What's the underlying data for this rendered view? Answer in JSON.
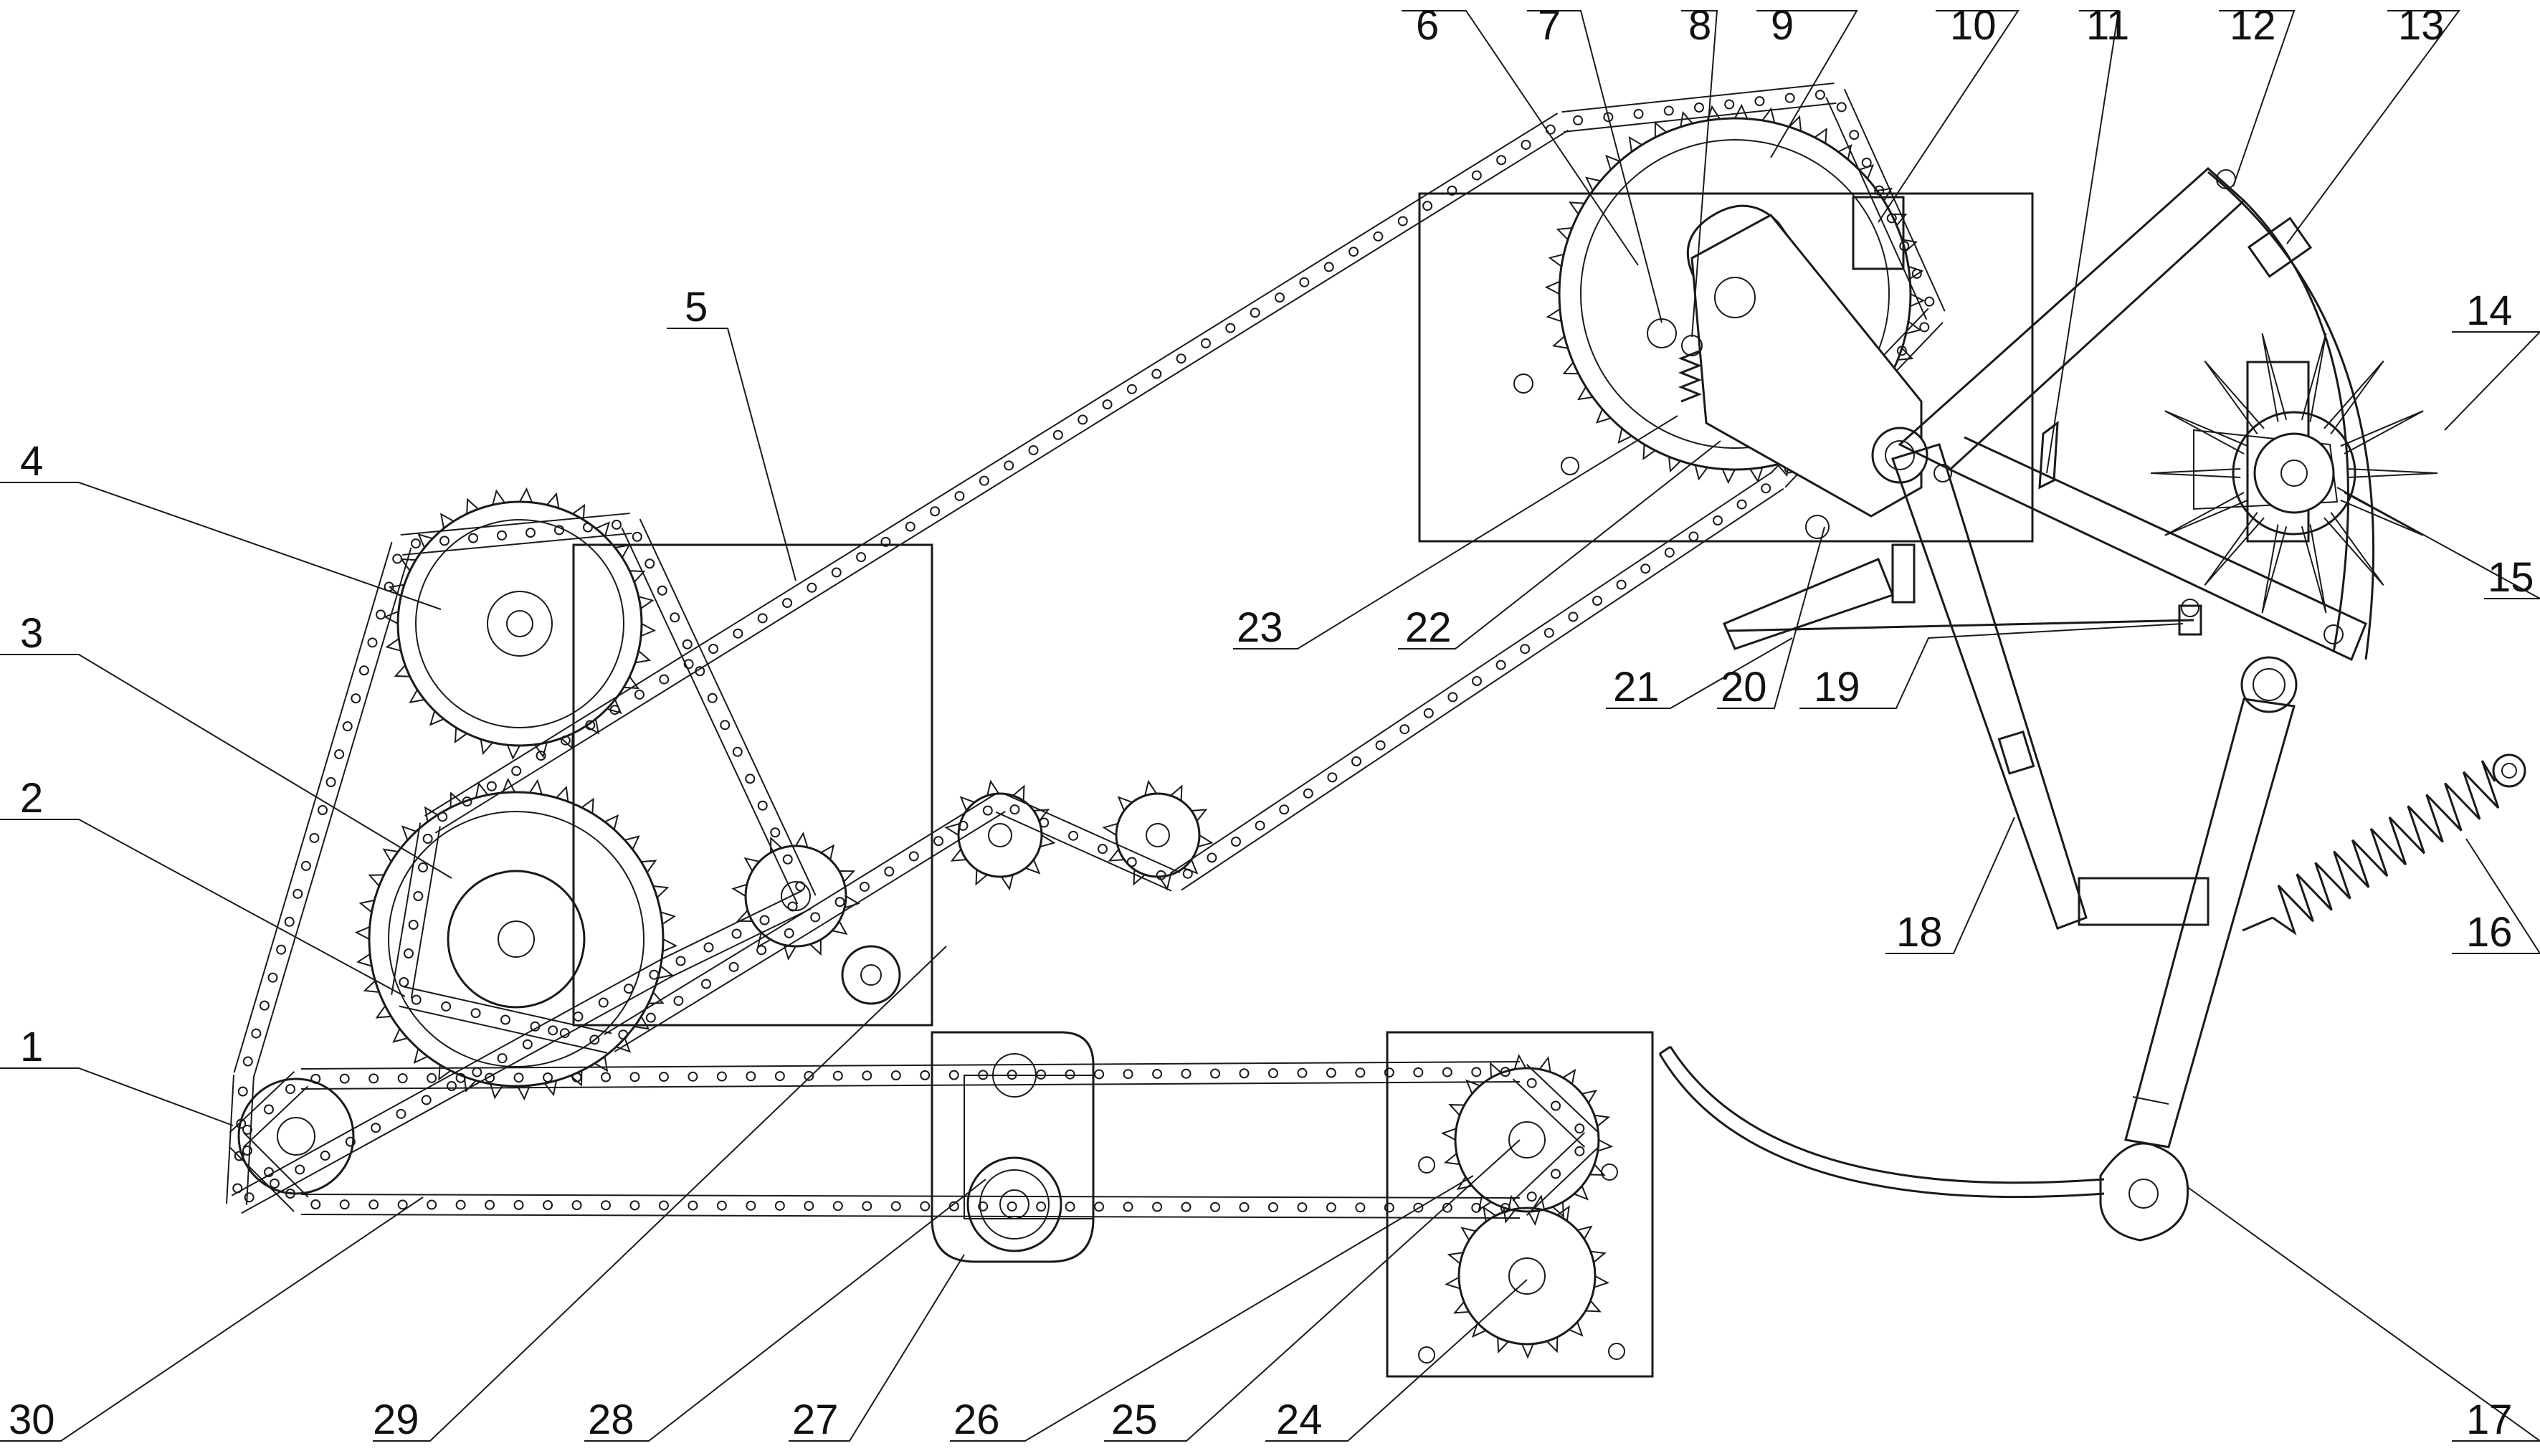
{
  "callouts": [
    {
      "id": "c1",
      "text": "1"
    },
    {
      "id": "c2",
      "text": "2"
    },
    {
      "id": "c3",
      "text": "3"
    },
    {
      "id": "c4",
      "text": "4"
    },
    {
      "id": "c5",
      "text": "5"
    },
    {
      "id": "c6",
      "text": "6"
    },
    {
      "id": "c7",
      "text": "7"
    },
    {
      "id": "c8",
      "text": "8"
    },
    {
      "id": "c9",
      "text": "9"
    },
    {
      "id": "c10",
      "text": "10"
    },
    {
      "id": "c11",
      "text": "11"
    },
    {
      "id": "c12",
      "text": "12"
    },
    {
      "id": "c13",
      "text": "13"
    },
    {
      "id": "c14",
      "text": "14"
    },
    {
      "id": "c15",
      "text": "15"
    },
    {
      "id": "c16",
      "text": "16"
    },
    {
      "id": "c17",
      "text": "17"
    },
    {
      "id": "c18",
      "text": "18"
    },
    {
      "id": "c19",
      "text": "19"
    },
    {
      "id": "c20",
      "text": "20"
    },
    {
      "id": "c21",
      "text": "21"
    },
    {
      "id": "c22",
      "text": "22"
    },
    {
      "id": "c23",
      "text": "23"
    },
    {
      "id": "c24",
      "text": "24"
    },
    {
      "id": "c25",
      "text": "25"
    },
    {
      "id": "c26",
      "text": "26"
    },
    {
      "id": "c27",
      "text": "27"
    },
    {
      "id": "c28",
      "text": "28"
    },
    {
      "id": "c29",
      "text": "29"
    },
    {
      "id": "c30",
      "text": "30"
    }
  ],
  "colors": {
    "line": "#1a1a1a",
    "background": "#ffffff"
  }
}
